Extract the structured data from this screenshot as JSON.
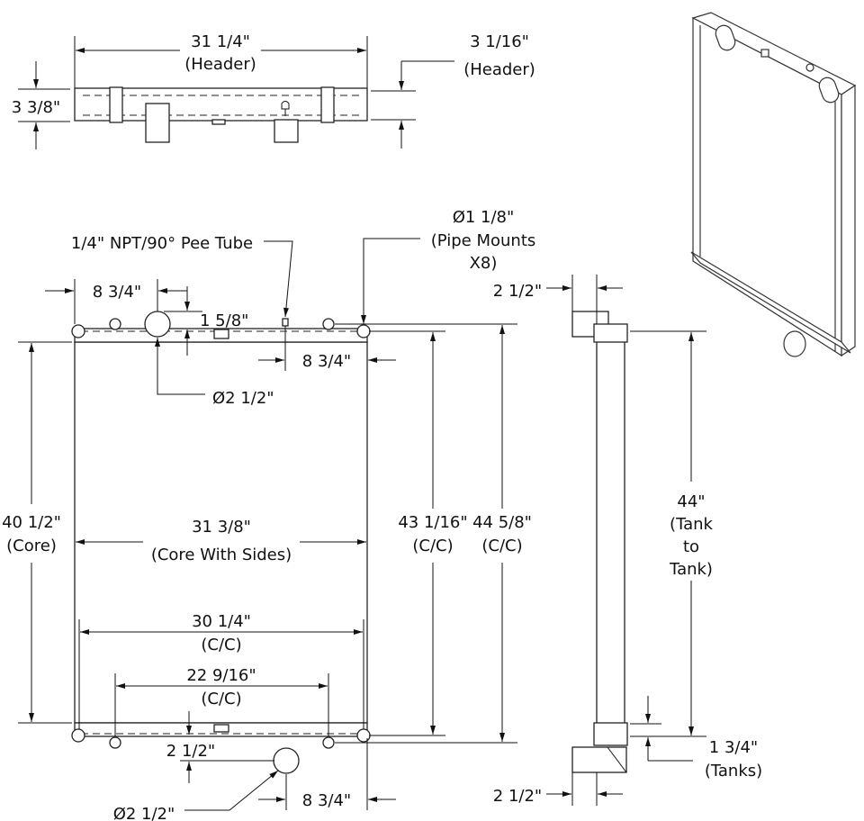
{
  "top_view": {
    "width_value": "31 1/4\"",
    "width_note": "(Header)",
    "height_value": "3 3/8\"",
    "header_depth_value": "3 1/16\"",
    "header_depth_note": "(Header)"
  },
  "front_view": {
    "pee_tube": "1/4\" NPT/90° Pee Tube",
    "pipe_mount_dia": "Ø1 1/8\"",
    "pipe_mount_note_1": "(Pipe Mounts",
    "pipe_mount_note_2": "X8)",
    "inlet_offset": "8 3/4\"",
    "inlet_height": "1 5/8\"",
    "inlet_dia": "Ø2 1/2\"",
    "pee_tube_offset": "8 3/4\"",
    "core_height": "40 1/2\"",
    "core_height_note": "(Core)",
    "core_width": "31 3/8\"",
    "core_width_note": "(Core With Sides)",
    "cc_1": "43 1/16\"",
    "cc_1_note": "(C/C)",
    "cc_2": "44 5/8\"",
    "cc_2_note": "(C/C)",
    "mount_cc_1": "30 1/4\"",
    "mount_cc_1_note": "(C/C)",
    "mount_cc_2": "22 9/16\"",
    "mount_cc_2_note": "(C/C)",
    "outlet_height": "2 1/2\"",
    "outlet_dia": "Ø2 1/2\"",
    "outlet_offset": "8 3/4\""
  },
  "side_view": {
    "top_pipe": "2 1/2\"",
    "tank_to_tank": "44\"",
    "tank_to_tank_note_1": "(Tank",
    "tank_to_tank_note_2": "to",
    "tank_to_tank_note_3": "Tank)",
    "tank_height": "1 3/4\"",
    "tank_height_note": "(Tanks)",
    "bottom_pipe": "2 1/2\""
  }
}
